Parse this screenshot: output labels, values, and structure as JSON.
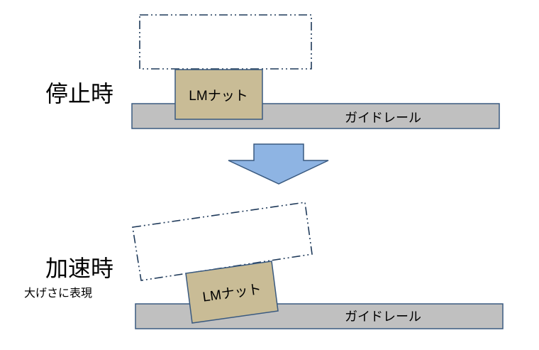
{
  "stopped": {
    "label": "停止時",
    "nut_label": "LMナット",
    "rail_label": "ガイドレール"
  },
  "accelerating": {
    "label": "加速時",
    "note": "大げさに表現",
    "nut_label": "LMナット",
    "rail_label": "ガイドレール"
  },
  "colors": {
    "rail_fill": "#c0c0c0",
    "nut_fill": "#c9bc96",
    "arrow_fill": "#8eb4e3",
    "outline_dash": "#1f3a5a"
  }
}
